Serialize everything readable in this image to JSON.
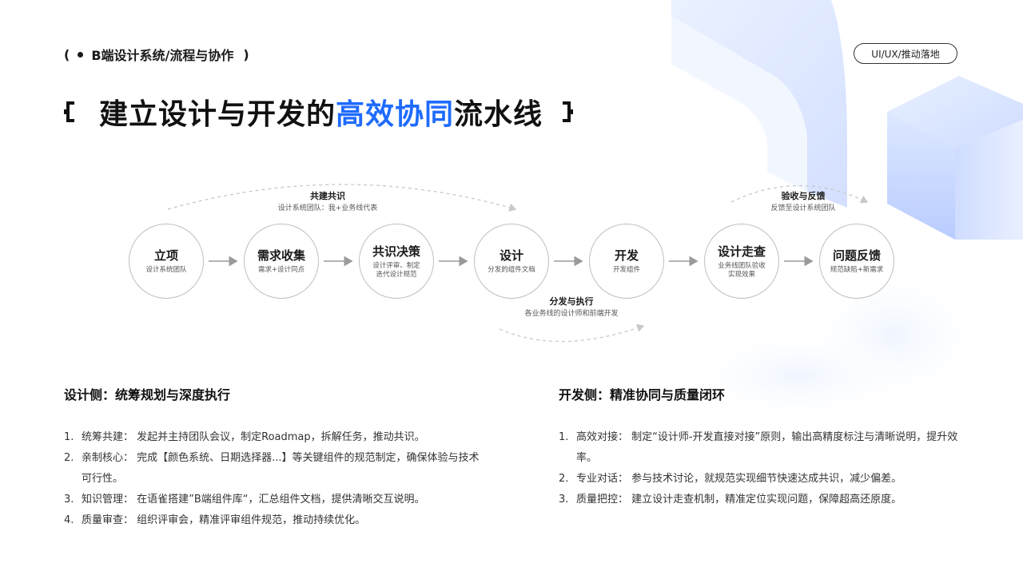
{
  "header": {
    "breadcrumb": "B端设计系统/流程与协作",
    "tag": "UI/UX/推动落地"
  },
  "title": {
    "prefix": "建立设计与开发的",
    "highlight": "高效协同",
    "suffix": "流水线"
  },
  "colors": {
    "accent": "#1f6bff",
    "text": "#1a1a1a",
    "arrow": "#9a9a9a"
  },
  "flow": {
    "nodes": [
      {
        "title": "立项",
        "sub": "设计系统团队"
      },
      {
        "title": "需求收集",
        "sub": "需求+设计同点"
      },
      {
        "title": "共识决策",
        "sub": "设计评审、制定\n迭代设计规范"
      },
      {
        "title": "设计",
        "sub": "分发的组件文档"
      },
      {
        "title": "开发",
        "sub": "开发组件"
      },
      {
        "title": "设计走查",
        "sub": "业务线团队验收\n实现效果"
      },
      {
        "title": "问题反馈",
        "sub": "规范缺陷+新需求"
      }
    ],
    "notes": {
      "cobuild": {
        "title": "共建共识",
        "sub": "设计系统团队：我+业务线代表"
      },
      "distribute": {
        "title": "分发与执行",
        "sub": "各业务线的设计师和前端开发"
      },
      "accept": {
        "title": "验收与反馈",
        "sub": "反馈至设计系统团队"
      }
    }
  },
  "design_side": {
    "heading": "设计侧：统筹规划与深度执行",
    "items": [
      {
        "num": "1.",
        "text": "统筹共建：  发起并主持团队会议，制定Roadmap，拆解任务，推动共识。"
      },
      {
        "num": "2.",
        "text": "亲制核心：  完成【颜色系统、日期选择器...】等关键组件的规范制定，确保体验与技术可行性。"
      },
      {
        "num": "3.",
        "text": "知识管理：  在语雀搭建”B端组件库“，汇总组件文档，提供清晰交互说明。"
      },
      {
        "num": "4.",
        "text": "质量审查：  组织评审会，精准评审组件规范，推动持续优化。"
      }
    ]
  },
  "dev_side": {
    "heading": "开发侧：精准协同与质量闭环",
    "items": [
      {
        "num": "1.",
        "text": "高效对接：  制定“设计师-开发直接对接”原则，输出高精度标注与清晰说明，提升效率。"
      },
      {
        "num": "2.",
        "text": "专业对话：  参与技术讨论，就规范实现细节快速达成共识，减少偏差。"
      },
      {
        "num": "3.",
        "text": "质量把控：  建立设计走查机制，精准定位实现问题，保障超高还原度。"
      }
    ]
  }
}
